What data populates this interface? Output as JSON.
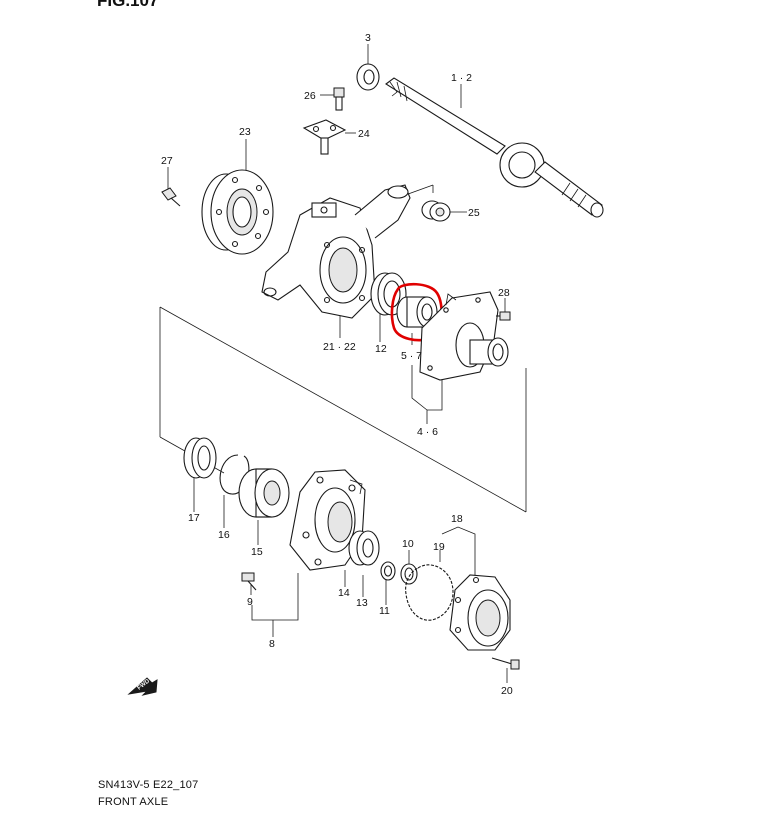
{
  "header": {
    "fig_title": "FIG.107"
  },
  "footer": {
    "code": "SN413V-5 E22_107",
    "title": "FRONT AXLE"
  },
  "fwd_arrow_label": "FWD",
  "highlight_color": "#e00000",
  "part_labels": {
    "p3": "3",
    "p1_2": "1 · 2",
    "p26": "26",
    "p24": "24",
    "p23": "23",
    "p27": "27",
    "p25": "25",
    "p28": "28",
    "p21_22": "21 · 22",
    "p12": "12",
    "p5_7": "5 · 7",
    "p4_6": "4 · 6",
    "p17": "17",
    "p16": "16",
    "p15": "15",
    "p14": "14",
    "p13": "13",
    "p11": "11",
    "p10": "10",
    "p19": "19",
    "p18": "18",
    "p9": "9",
    "p8": "8",
    "p20": "20"
  }
}
